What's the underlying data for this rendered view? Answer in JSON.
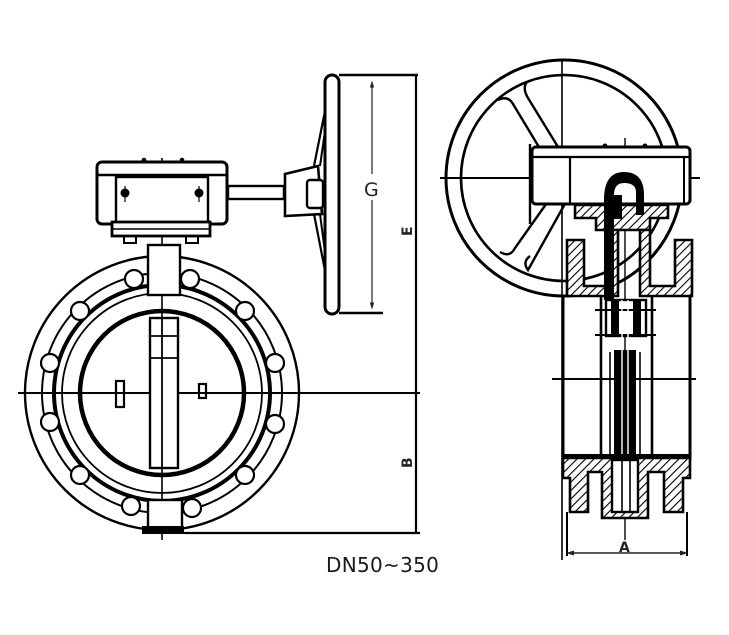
{
  "diagram": {
    "subject": "Flanged butterfly valve with worm-gear handwheel operator",
    "views": [
      {
        "id": "front",
        "label": "Front view (flange face with gearbox and handwheel)"
      },
      {
        "id": "side",
        "label": "Side section view (body, disc, stem, gearbox)"
      }
    ],
    "caption": "DN50~350",
    "dimensions": {
      "G": "G",
      "E": "E",
      "B": "B",
      "A": "A"
    },
    "colors": {
      "line": "#000000",
      "background": "#ffffff",
      "text": "#1a1a1a"
    }
  }
}
